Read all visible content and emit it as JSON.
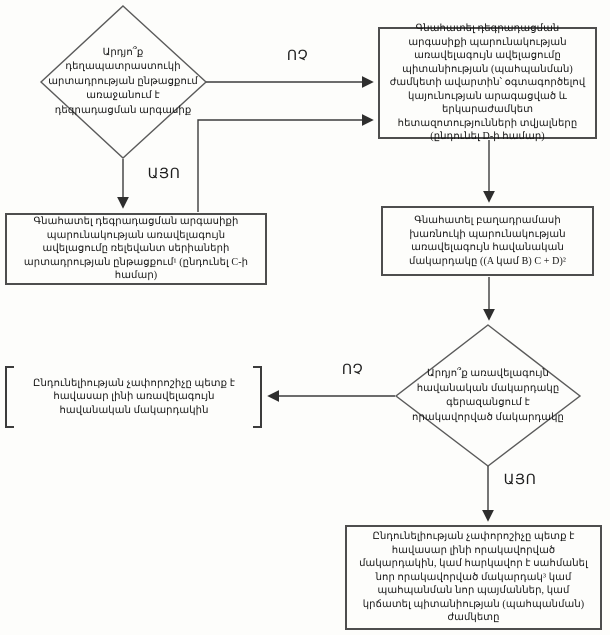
{
  "diagram": {
    "type": "flowchart",
    "language": "Armenian",
    "labels": {
      "yes": "ԱՅՈ",
      "no": "ՈՉ"
    },
    "nodes": {
      "decision_start": {
        "shape": "diamond",
        "text": "Արդյո՞ք դեղապատրաստուկի արտադրության ընթացքում առաջանում է դեգրադացման արգասիք"
      },
      "box_d": {
        "shape": "rect",
        "text": "Գնահատել դեգրադացման արգասիքի պարունակության առավելագույն ավելացումը պիտանիության (պահպանման) ժամկետի ավարտին՝ օգտագործելով կայունության արագացված և երկարաժամկետ հետազոտությունների տվյալները (ընդունել D-ի համար)"
      },
      "box_c": {
        "shape": "rect",
        "text": "Գնահատել դեգրադացման արգասիքի պարունակության առավելագույն ավելացումը ռելեվանտ սերիաների արտադրության ընթացքում¹ (ընդունել C-ի համար)"
      },
      "box_b": {
        "shape": "rect",
        "text": "Գնահատել բաղադրամասի խառնուկի պարունակության առավելագույն հավանական մակարդակը ((A կամ B) C + D)²"
      },
      "decision_exceeds": {
        "shape": "diamond",
        "text": "Արդյո՞ք առավելագույն հավանական մակարդակը գերազանցում է որակավորված մակարդակը"
      },
      "bracket_note": {
        "shape": "bracket",
        "text": "Ընդունելիության չափորոշիչը պետք է հավասար լինի առավելագույն հավանական մակարդակին"
      },
      "box_final": {
        "shape": "rect",
        "text": "Ընդունելիության չափորոշիչը պետք է հավասար լինի որակավորված մակարդակին, կամ հարկավոր է սահմանել նոր որակավորված մակարդակ³ կամ պահպանման նոր պայմաններ, կամ կրճատել պիտանիության (պահպանման) ժամկետը"
      }
    },
    "edges": [
      {
        "from": "decision_start",
        "to": "box_d",
        "label": "ՈՉ"
      },
      {
        "from": "decision_start",
        "to": "box_c",
        "label": "ԱՅՈ"
      },
      {
        "from": "box_c",
        "to": "box_d",
        "label": ""
      },
      {
        "from": "box_d",
        "to": "box_b",
        "label": ""
      },
      {
        "from": "box_b",
        "to": "decision_exceeds",
        "label": ""
      },
      {
        "from": "decision_exceeds",
        "to": "bracket_note",
        "label": "ՈՉ"
      },
      {
        "from": "decision_exceeds",
        "to": "box_final",
        "label": "ԱՅՈ"
      }
    ],
    "colors": {
      "line": "#3c3c3c",
      "border": "#4e4e4e",
      "text": "#141414",
      "background": "#fdfdfb"
    }
  }
}
